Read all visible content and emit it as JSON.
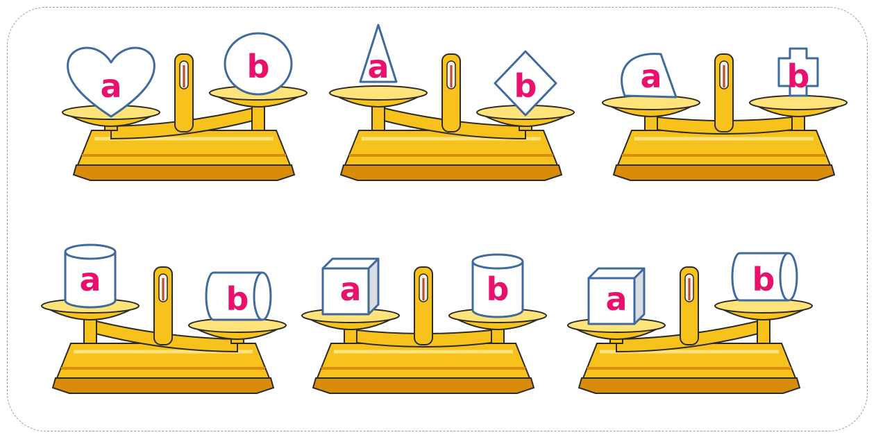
{
  "colors": {
    "letter": "#e8126c",
    "shape_stroke": "#3e6a9e",
    "shape_fill": "#ffffff",
    "scale_body": "#f7c21b",
    "scale_dark": "#d98b0a",
    "scale_light": "#fde37a",
    "outline": "#2b2b2b"
  },
  "puzzle": {
    "scales": [
      {
        "tilt": "left-down",
        "left": {
          "shape": "heart",
          "label": "a"
        },
        "right": {
          "shape": "circle",
          "label": "b"
        }
      },
      {
        "tilt": "right-down",
        "left": {
          "shape": "triangle",
          "label": "a"
        },
        "right": {
          "shape": "diamond",
          "label": "b"
        }
      },
      {
        "tilt": "level",
        "left": {
          "shape": "half-circle",
          "label": "a"
        },
        "right": {
          "shape": "cross",
          "label": "b"
        }
      },
      {
        "tilt": "right-down",
        "left": {
          "shape": "cylinder",
          "label": "a"
        },
        "right": {
          "shape": "lying-cylinder",
          "label": "b"
        }
      },
      {
        "tilt": "level",
        "left": {
          "shape": "cube",
          "label": "a"
        },
        "right": {
          "shape": "cylinder",
          "label": "b"
        }
      },
      {
        "tilt": "left-down",
        "left": {
          "shape": "cube",
          "label": "a"
        },
        "right": {
          "shape": "lying-cylinder",
          "label": "b"
        }
      }
    ]
  }
}
